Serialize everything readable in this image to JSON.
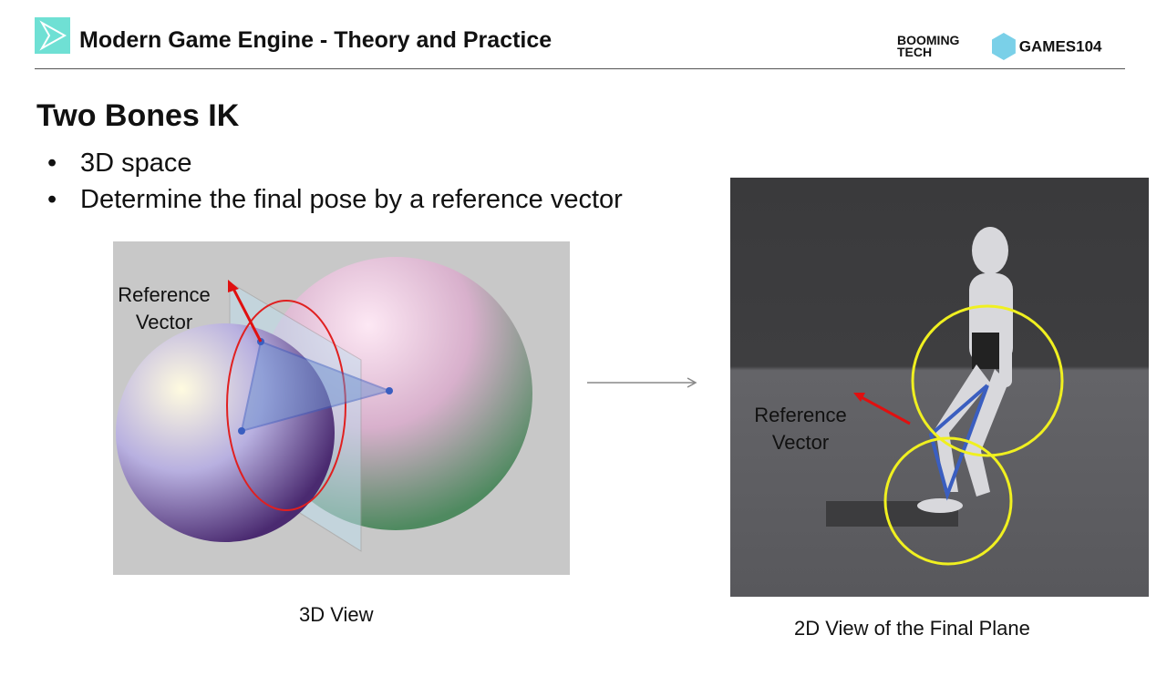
{
  "header": {
    "title": "Modern Game Engine - Theory and Practice",
    "brand_left": "BOOMING TECH",
    "brand_right": "GAMES104"
  },
  "slide": {
    "title": "Two Bones IK",
    "bullets": [
      "3D space",
      "Determine the final pose by a reference vector"
    ]
  },
  "figures": {
    "left": {
      "label_line1": "Reference",
      "label_line2": "Vector",
      "caption": "3D View"
    },
    "right": {
      "label_line1": "Reference",
      "label_line2": "Vector",
      "caption": "2D View of the Final Plane"
    }
  },
  "colors": {
    "accent": "#6fe0d4",
    "reference_vector": "#e01010",
    "circle": "#f0f020",
    "bone": "#3a5ec0"
  }
}
